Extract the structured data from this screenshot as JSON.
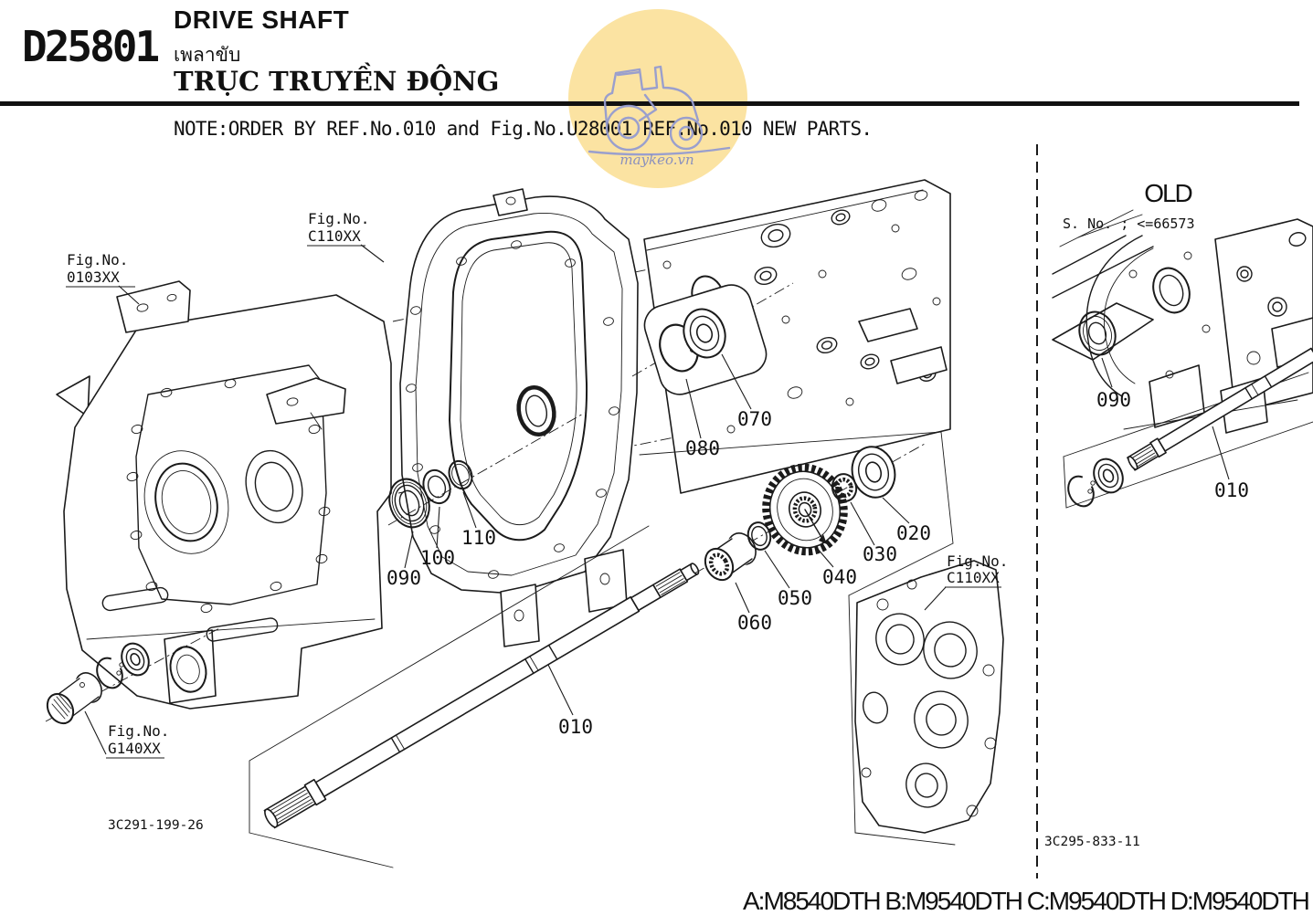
{
  "header": {
    "doc_code": "D25801",
    "title_en": "DRIVE SHAFT",
    "title_th": "เพลาขับ",
    "title_vi": "TRỤC TRUYỀN ĐỘNG",
    "note": "NOTE:ORDER BY REF.No.010 and Fig.No.U28001 REF.No.010 NEW PARTS."
  },
  "watermark": {
    "text": "maykeo.vn",
    "circle_color": "#fbe3a2",
    "line_color": "#959cd0"
  },
  "diagram": {
    "figs": {
      "left": {
        "l1": "Fig.No.",
        "l2": "0103XX"
      },
      "bell": {
        "l1": "Fig.No.",
        "l2": "C110XX"
      },
      "cover": {
        "l1": "Fig.No.",
        "l2": "C110XX"
      },
      "coupling": {
        "l1": "Fig.No.",
        "l2": "G140XX"
      }
    },
    "refs": {
      "r010": "010",
      "r020": "020",
      "r030": "030",
      "r040": "040",
      "r050": "050",
      "r060": "060",
      "r070": "070",
      "r080": "080",
      "r090": "090",
      "r100": "100",
      "r110": "110"
    },
    "code": "3C291-199-26"
  },
  "old": {
    "heading": "OLD",
    "serial": "S. No. ; <=66573",
    "refs": {
      "r090": "090",
      "r010": "010"
    },
    "code": "3C295-833-11"
  },
  "footer": {
    "models": "A:M8540DTH B:M9540DTH C:M9540DTH D:M9540DTH"
  }
}
